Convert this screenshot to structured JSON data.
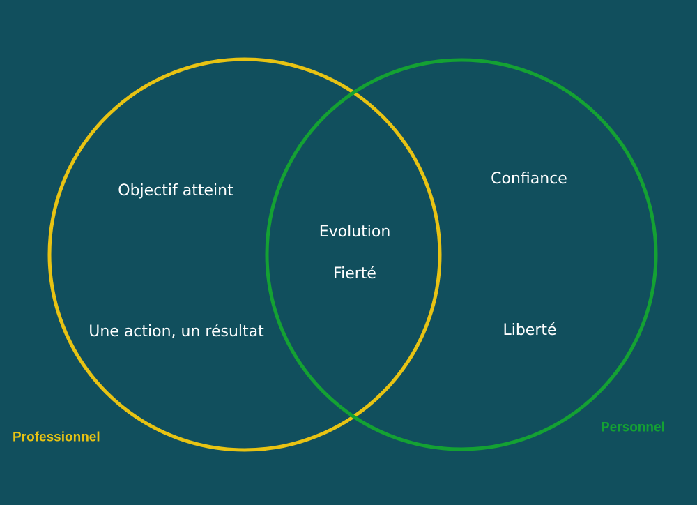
{
  "colors": {
    "background": "#114f5d",
    "professionnel": "#e8c313",
    "personnel": "#14a133",
    "text": "#ffffff"
  },
  "sets": {
    "professionnel": {
      "label": "Professionnel",
      "items": [
        "Objectif atteint",
        "Une action, un résultat"
      ]
    },
    "personnel": {
      "label": "Personnel",
      "items": [
        "Confiance",
        "Liberté"
      ]
    },
    "intersection": {
      "items": [
        "Evolution",
        "Fierté"
      ]
    }
  }
}
